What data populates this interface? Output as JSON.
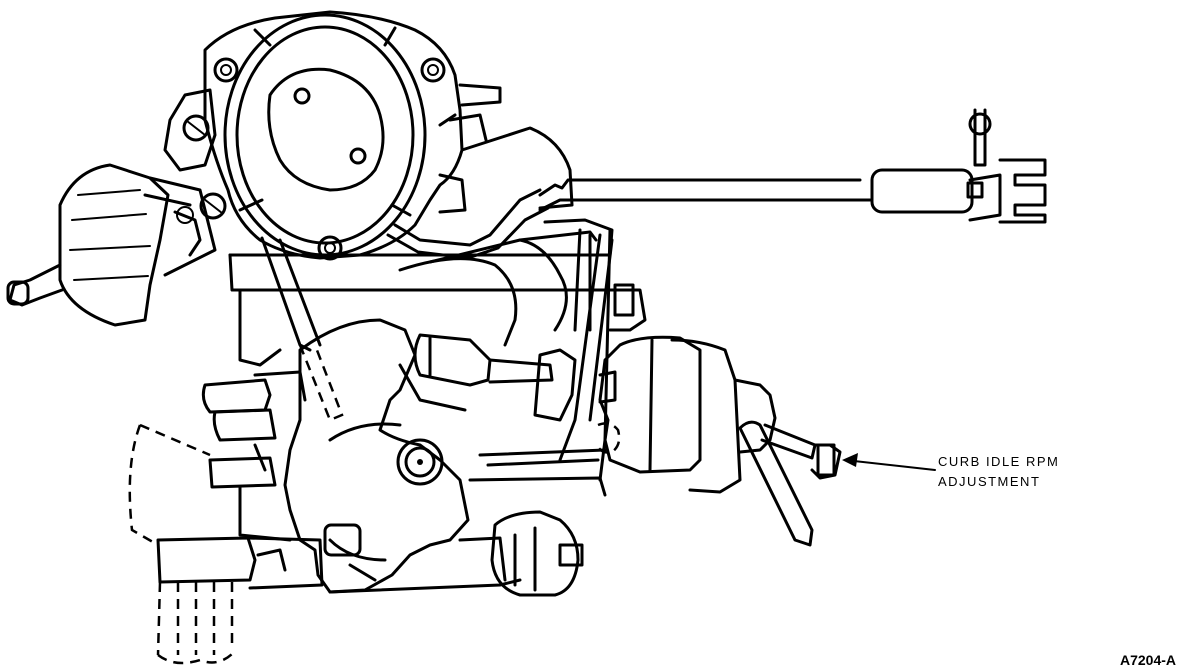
{
  "diagram": {
    "callout": {
      "line1": "CURB IDLE RPM",
      "line2": "ADJUSTMENT"
    },
    "figure_id": "A7204-A"
  }
}
